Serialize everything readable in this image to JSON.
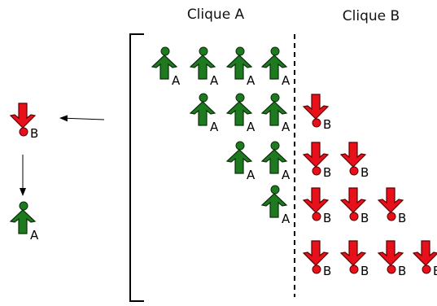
{
  "clique_a_title": "Clique A",
  "clique_b_title": "Clique B",
  "label_a": "A",
  "label_b": "B",
  "colors": {
    "green_fill": "#1e7a1e",
    "green_stroke": "#0b2e0b",
    "red_fill": "#e8101a",
    "red_stroke": "#5a0000",
    "line": "#000000"
  },
  "icons": {
    "up": "person-arrow-up-icon",
    "down": "person-arrow-down-icon"
  }
}
